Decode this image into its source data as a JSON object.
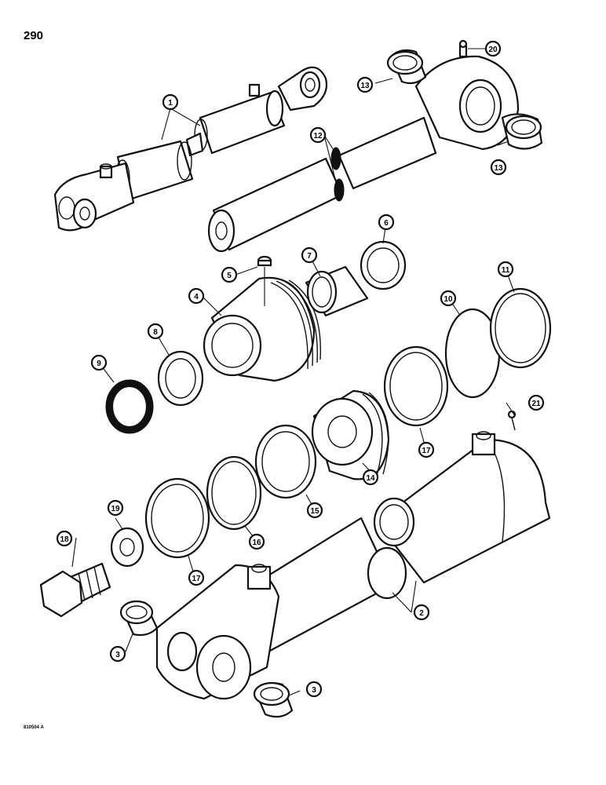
{
  "page": {
    "number": "290",
    "figure_code": "810504 A"
  },
  "callouts": [
    "1",
    "2",
    "3",
    "4",
    "5",
    "6",
    "7",
    "8",
    "9",
    "10",
    "11",
    "12",
    "13",
    "14",
    "15",
    "16",
    "17",
    "18",
    "19",
    "20",
    "21"
  ]
}
